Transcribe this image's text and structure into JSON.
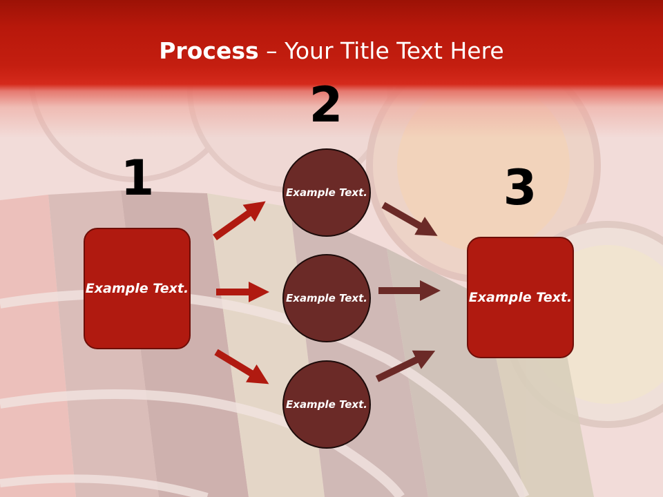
{
  "title": {
    "bold": "Process",
    "rest": " – Your Title Text Here"
  },
  "steps": [
    {
      "number": "1",
      "text": "Example Text."
    },
    {
      "number": "2",
      "text": "Example Text."
    },
    {
      "number": "3",
      "text": "Example Text."
    }
  ],
  "circles": [
    {
      "text": "Example Text."
    },
    {
      "text": "Example Text."
    },
    {
      "text": "Example Text."
    }
  ],
  "colors": {
    "banner": "#c41e10",
    "box_fill": "#b01a10",
    "circle_fill": "#6b2a27",
    "red_arrow": "#b01a10",
    "brown_arrow": "#6b2a27"
  }
}
